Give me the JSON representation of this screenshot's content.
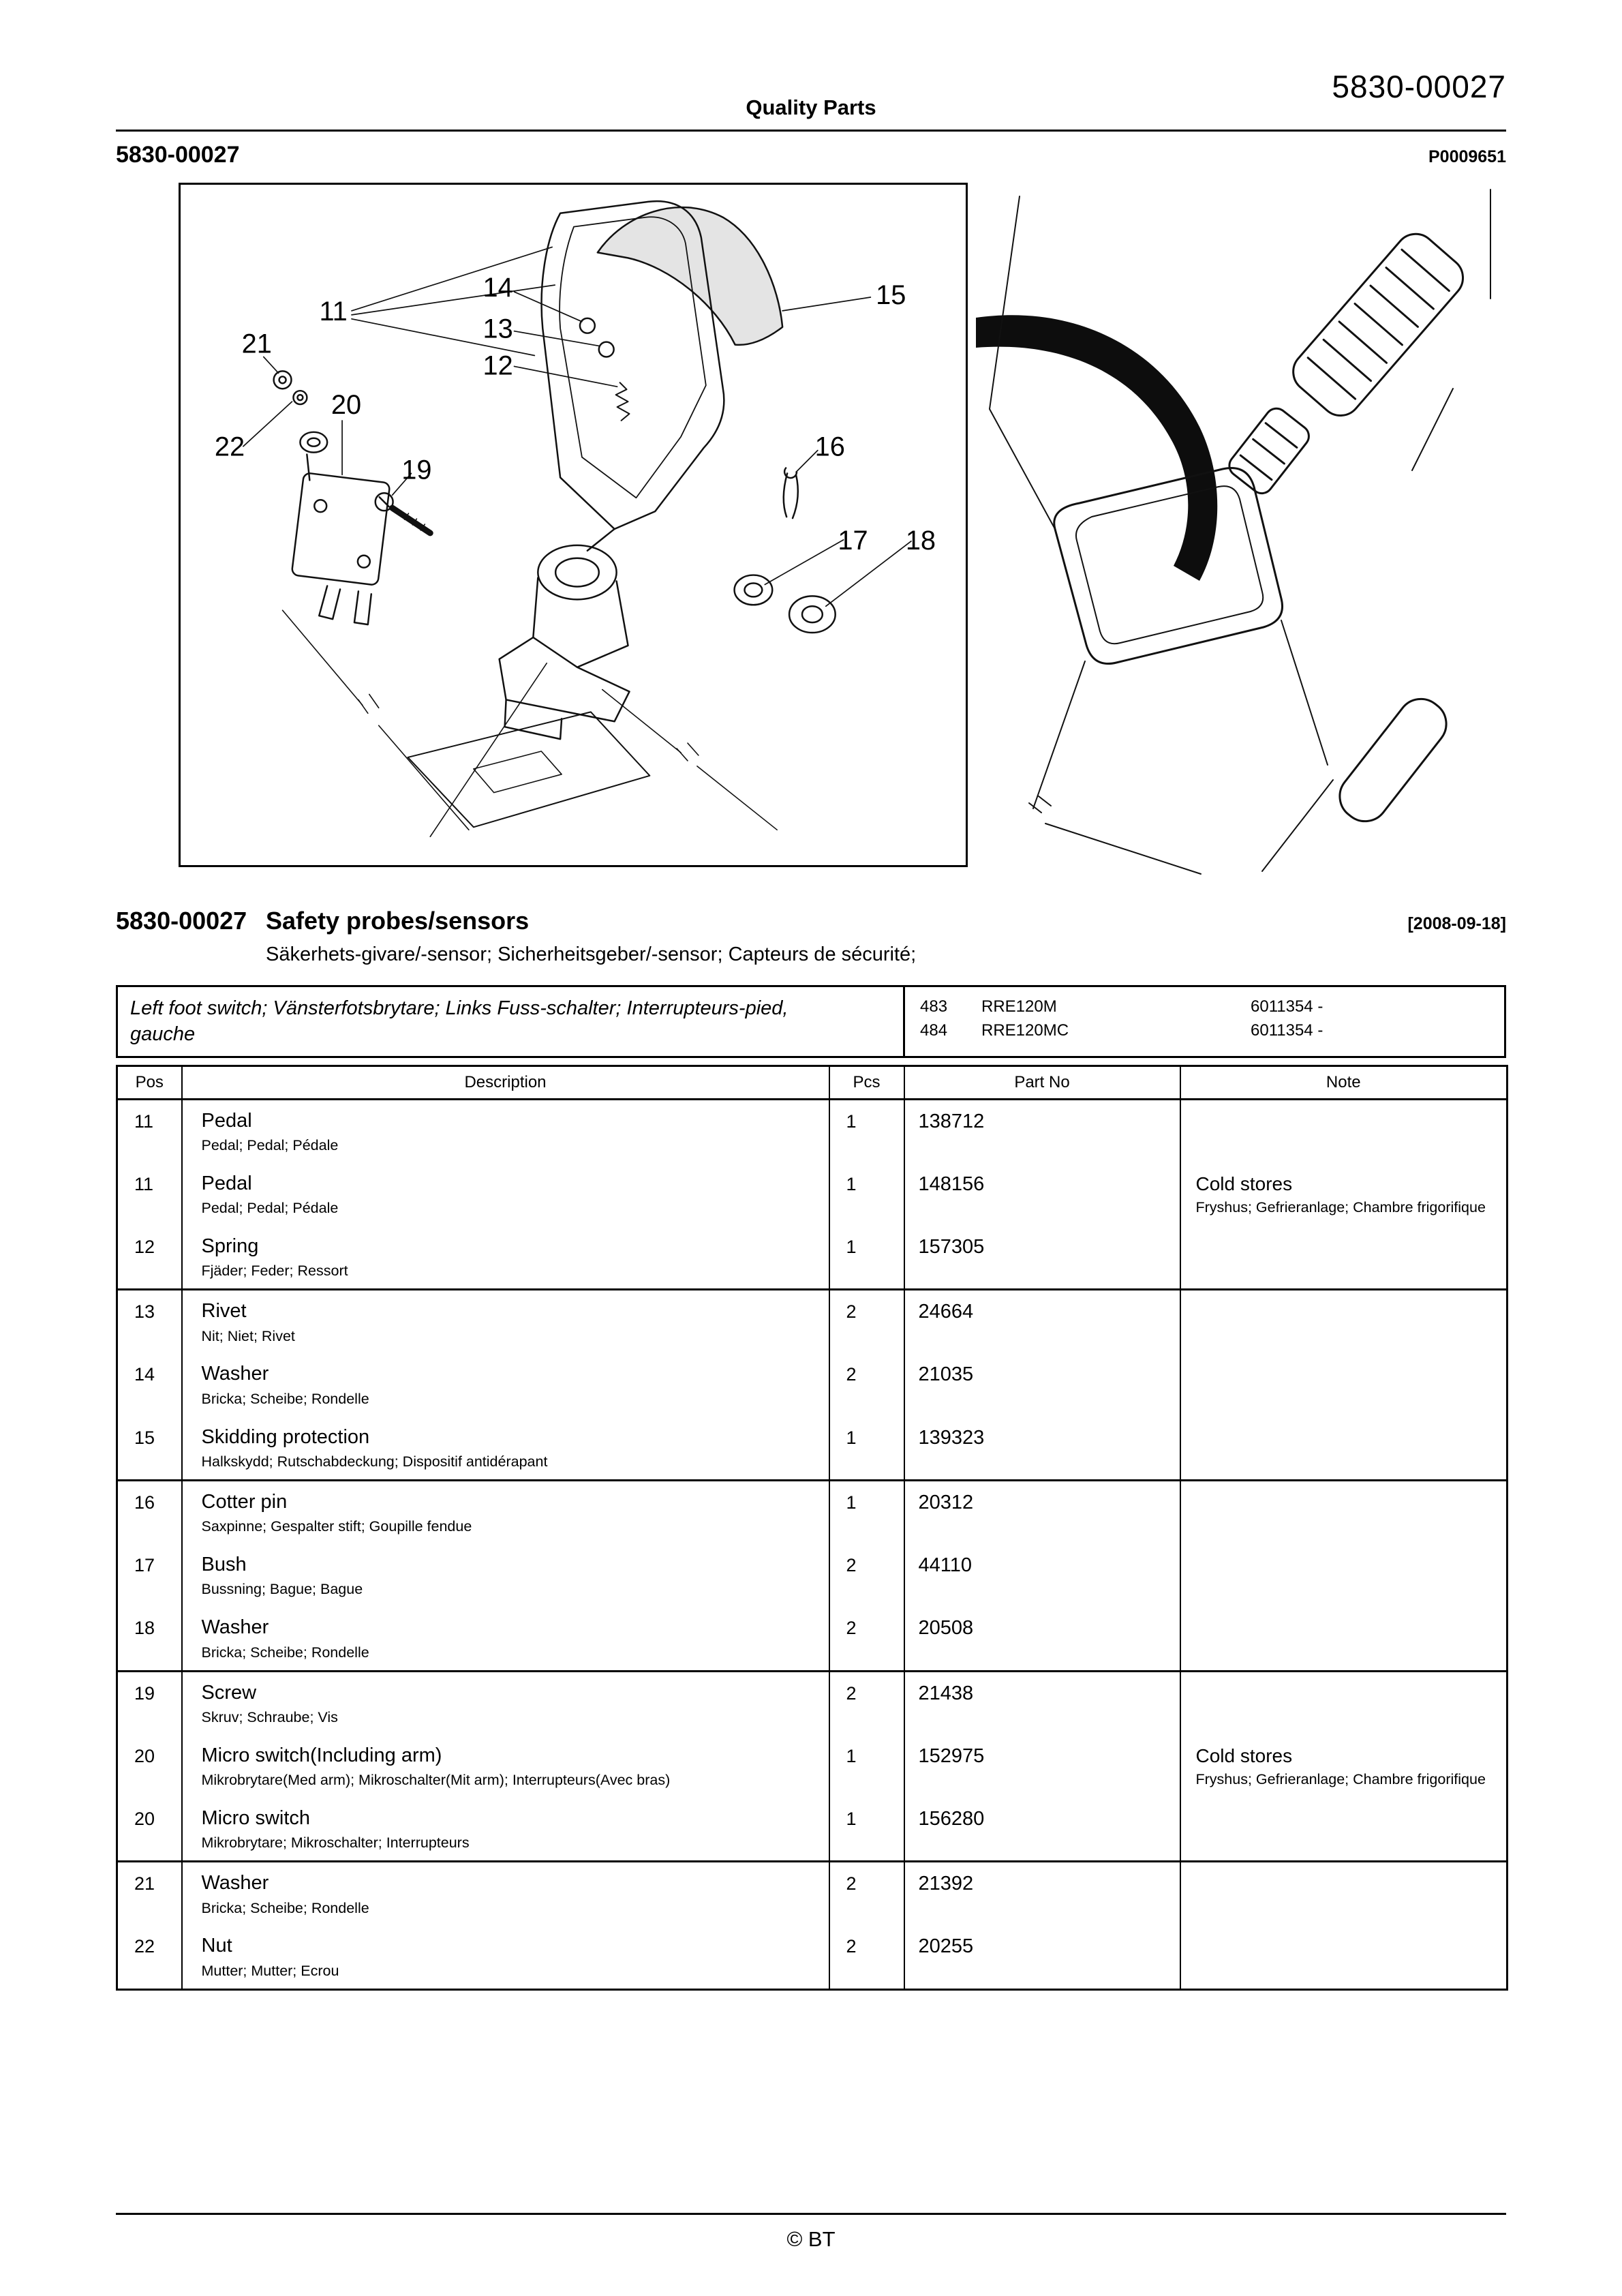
{
  "page": {
    "header_title": "Quality Parts",
    "header_code": "5830-00027",
    "doc_code": "5830-00027",
    "image_ref": "P0009651",
    "footer": "© BT"
  },
  "section": {
    "code": "5830-00027",
    "title": "Safety probes/sensors",
    "date": "[2008-09-18]",
    "subtitle": "Säkerhets-givare/-sensor; Sicherheitsgeber/-sensor; Capteurs de sécurité;"
  },
  "variant": {
    "description": "Left foot switch; Vänsterfotsbrytare; Links Fuss-schalter; Interrupteurs-pied, gauche",
    "models": [
      {
        "code": "483",
        "name": "RRE120M",
        "serial": "6011354 -"
      },
      {
        "code": "484",
        "name": "RRE120MC",
        "serial": "6011354 -"
      }
    ]
  },
  "table": {
    "headers": {
      "pos": "Pos",
      "description": "Description",
      "pcs": "Pcs",
      "part_no": "Part No",
      "note": "Note"
    },
    "groups": [
      {
        "rows": [
          {
            "pos": "11",
            "name": "Pedal",
            "sub": "Pedal; Pedal; Pédale",
            "pcs": "1",
            "part_no": "138712",
            "note": "",
            "note_sub": ""
          },
          {
            "pos": "11",
            "name": "Pedal",
            "sub": "Pedal; Pedal; Pédale",
            "pcs": "1",
            "part_no": "148156",
            "note": "Cold stores",
            "note_sub": "Fryshus; Gefrieranlage; Chambre frigorifique"
          },
          {
            "pos": "12",
            "name": "Spring",
            "sub": "Fjäder; Feder; Ressort",
            "pcs": "1",
            "part_no": "157305",
            "note": "",
            "note_sub": ""
          }
        ]
      },
      {
        "rows": [
          {
            "pos": "13",
            "name": "Rivet",
            "sub": "Nit; Niet; Rivet",
            "pcs": "2",
            "part_no": "24664",
            "note": "",
            "note_sub": ""
          },
          {
            "pos": "14",
            "name": "Washer",
            "sub": "Bricka; Scheibe; Rondelle",
            "pcs": "2",
            "part_no": "21035",
            "note": "",
            "note_sub": ""
          },
          {
            "pos": "15",
            "name": "Skidding protection",
            "sub": "Halkskydd; Rutschabdeckung; Dispositif antidérapant",
            "pcs": "1",
            "part_no": "139323",
            "note": "",
            "note_sub": ""
          }
        ]
      },
      {
        "rows": [
          {
            "pos": "16",
            "name": "Cotter pin",
            "sub": "Saxpinne; Gespalter stift; Goupille fendue",
            "pcs": "1",
            "part_no": "20312",
            "note": "",
            "note_sub": ""
          },
          {
            "pos": "17",
            "name": "Bush",
            "sub": "Bussning; Bague; Bague",
            "pcs": "2",
            "part_no": "44110",
            "note": "",
            "note_sub": ""
          },
          {
            "pos": "18",
            "name": "Washer",
            "sub": "Bricka; Scheibe; Rondelle",
            "pcs": "2",
            "part_no": "20508",
            "note": "",
            "note_sub": ""
          }
        ]
      },
      {
        "rows": [
          {
            "pos": "19",
            "name": "Screw",
            "sub": "Skruv; Schraube; Vis",
            "pcs": "2",
            "part_no": "21438",
            "note": "",
            "note_sub": ""
          },
          {
            "pos": "20",
            "name": "Micro switch(Including arm)",
            "sub": "Mikrobrytare(Med arm); Mikroschalter(Mit arm); Interrupteurs(Avec bras)",
            "pcs": "1",
            "part_no": "152975",
            "note": "Cold stores",
            "note_sub": "Fryshus; Gefrieranlage; Chambre frigorifique"
          },
          {
            "pos": "20",
            "name": "Micro switch",
            "sub": "Mikrobrytare; Mikroschalter; Interrupteurs",
            "pcs": "1",
            "part_no": "156280",
            "note": "",
            "note_sub": ""
          }
        ]
      },
      {
        "rows": [
          {
            "pos": "21",
            "name": "Washer",
            "sub": "Bricka; Scheibe; Rondelle",
            "pcs": "2",
            "part_no": "21392",
            "note": "",
            "note_sub": ""
          },
          {
            "pos": "22",
            "name": "Nut",
            "sub": "Mutter; Mutter; Ecrou",
            "pcs": "2",
            "part_no": "20255",
            "note": "",
            "note_sub": ""
          }
        ]
      }
    ]
  },
  "diagram": {
    "callouts": [
      "11",
      "14",
      "13",
      "12",
      "15",
      "16",
      "17",
      "18",
      "19",
      "20",
      "21",
      "22"
    ]
  }
}
